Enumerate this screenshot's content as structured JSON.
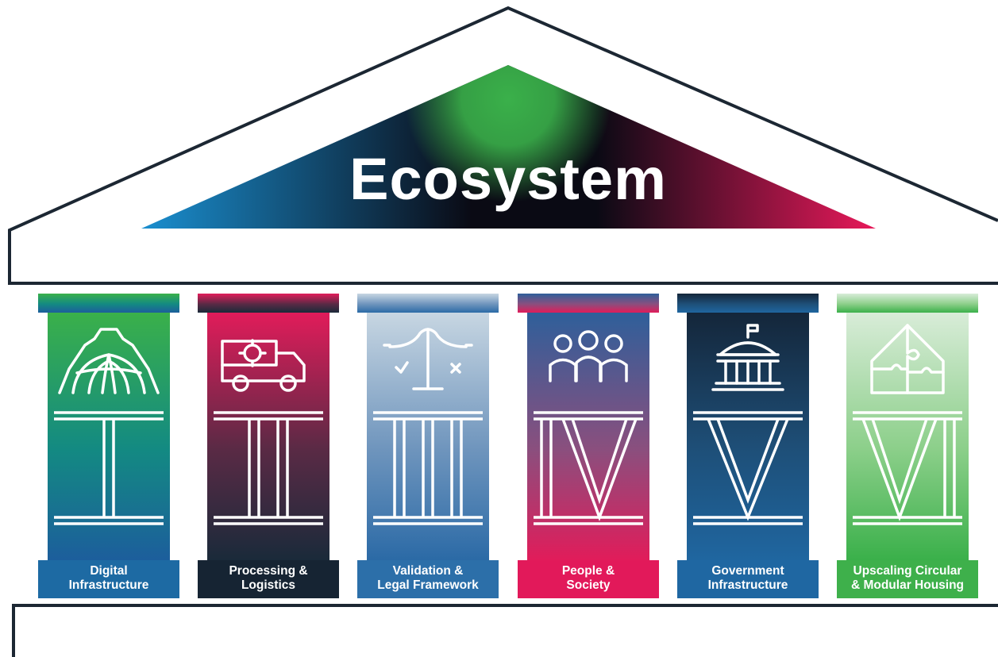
{
  "title": "Ecosystem",
  "pillars": [
    {
      "numeral": "I",
      "label": "Digital\nInfrastructure",
      "icon": "gear-globe-icon",
      "colors": [
        "#3ab04a",
        "#138a82",
        "#1c5e9c"
      ],
      "label_bg": "#1d6aa3"
    },
    {
      "numeral": "II",
      "label": "Processing &\nLogistics",
      "icon": "truck-gear-icon",
      "colors": [
        "#e11c5a",
        "#5a2a45",
        "#1a2a3a"
      ],
      "label_bg": "#162433"
    },
    {
      "numeral": "III",
      "label": "Validation &\nLegal Framework",
      "icon": "scales-icon",
      "colors": [
        "#c7d6e2",
        "#6f95bd",
        "#2b6aa6"
      ],
      "label_bg": "#2c6fa9"
    },
    {
      "numeral": "IV",
      "label": "People &\nSociety",
      "icon": "people-icon",
      "colors": [
        "#2f5f9a",
        "#8a4f7e",
        "#e11c5a"
      ],
      "label_bg": "#e2195a"
    },
    {
      "numeral": "V",
      "label": "Government\nInfrastructure",
      "icon": "government-building-icon",
      "colors": [
        "#14263a",
        "#1e4f78",
        "#1f66a0"
      ],
      "label_bg": "#1f67a2"
    },
    {
      "numeral": "VI",
      "label": "Upscaling Circular\n& Modular Housing",
      "icon": "puzzle-house-icon",
      "colors": [
        "#d8ecd8",
        "#8ccf8a",
        "#3ab04a"
      ],
      "label_bg": "#3eb04b"
    }
  ],
  "roof_gradient": [
    "#1a8fd0",
    "#0a0a14",
    "#e8195a"
  ],
  "roof_glow": "#3ab04a",
  "outline_color": "#1c2733"
}
